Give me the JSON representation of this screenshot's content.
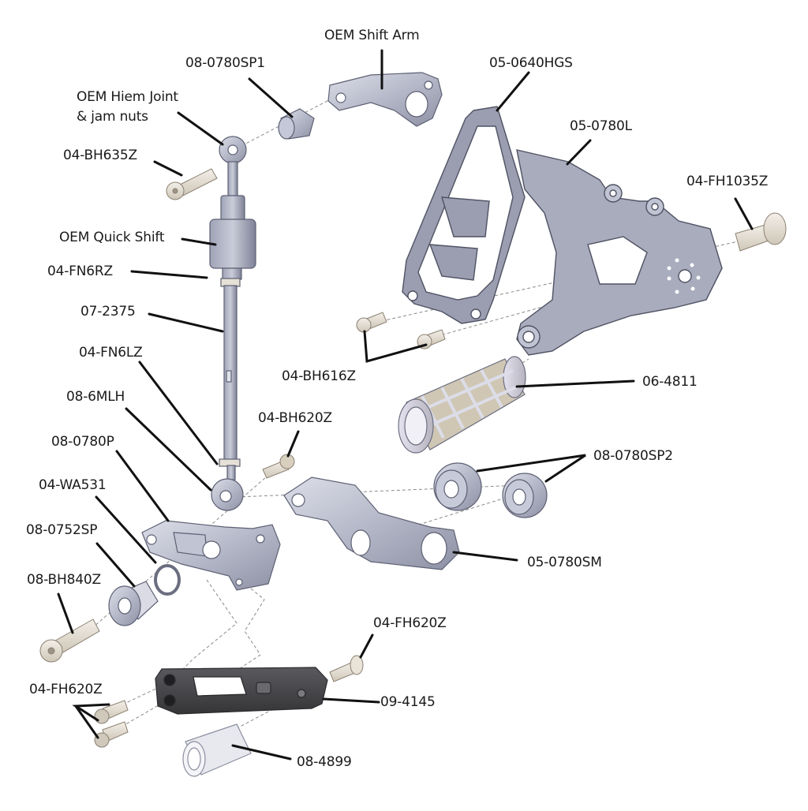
{
  "diagram": {
    "type": "exploded-parts-diagram",
    "subject": "Rearset shift side assembly",
    "colors": {
      "part_fill": "#b9bccb",
      "part_fill_light": "#d4d6e0",
      "part_fill_dark": "#8f93a6",
      "part_stroke": "#5d6073",
      "fastener_fill": "#e3ddd2",
      "shift_lever_fill": "#4a4a4d",
      "grip_fill": "#cfc6b4",
      "leader": "#111111",
      "centerline": "#8a8a8a"
    },
    "labels": [
      {
        "id": "oem-shift-arm",
        "text": "OEM Shift Arm"
      },
      {
        "id": "08-0780SP1",
        "text": "08-0780SP1"
      },
      {
        "id": "oem-hiem-joint-1",
        "text": "OEM Hiem Joint"
      },
      {
        "id": "oem-hiem-joint-2",
        "text": "& jam nuts"
      },
      {
        "id": "04-BH635Z",
        "text": "04-BH635Z"
      },
      {
        "id": "oem-quick-shift",
        "text": "OEM Quick Shift"
      },
      {
        "id": "04-FN6RZ",
        "text": "04-FN6RZ"
      },
      {
        "id": "07-2375",
        "text": "07-2375"
      },
      {
        "id": "04-FN6LZ",
        "text": "04-FN6LZ"
      },
      {
        "id": "08-6MLH",
        "text": "08-6MLH"
      },
      {
        "id": "08-0780P",
        "text": "08-0780P"
      },
      {
        "id": "04-WA531",
        "text": "04-WA531"
      },
      {
        "id": "08-0752SP",
        "text": "08-0752SP"
      },
      {
        "id": "08-BH840Z",
        "text": "08-BH840Z"
      },
      {
        "id": "04-FH620Z-left",
        "text": "04-FH620Z"
      },
      {
        "id": "05-0640HGS",
        "text": "05-0640HGS"
      },
      {
        "id": "05-0780L",
        "text": "05-0780L"
      },
      {
        "id": "04-FH1035Z",
        "text": "04-FH1035Z"
      },
      {
        "id": "04-BH616Z",
        "text": "04-BH616Z"
      },
      {
        "id": "06-4811",
        "text": "06-4811"
      },
      {
        "id": "04-BH620Z",
        "text": "04-BH620Z"
      },
      {
        "id": "08-0780SP2",
        "text": "08-0780SP2"
      },
      {
        "id": "05-0780SM",
        "text": "05-0780SM"
      },
      {
        "id": "04-FH620Z-right",
        "text": "04-FH620Z"
      },
      {
        "id": "09-4145",
        "text": "09-4145"
      },
      {
        "id": "08-4899",
        "text": "08-4899"
      }
    ]
  }
}
